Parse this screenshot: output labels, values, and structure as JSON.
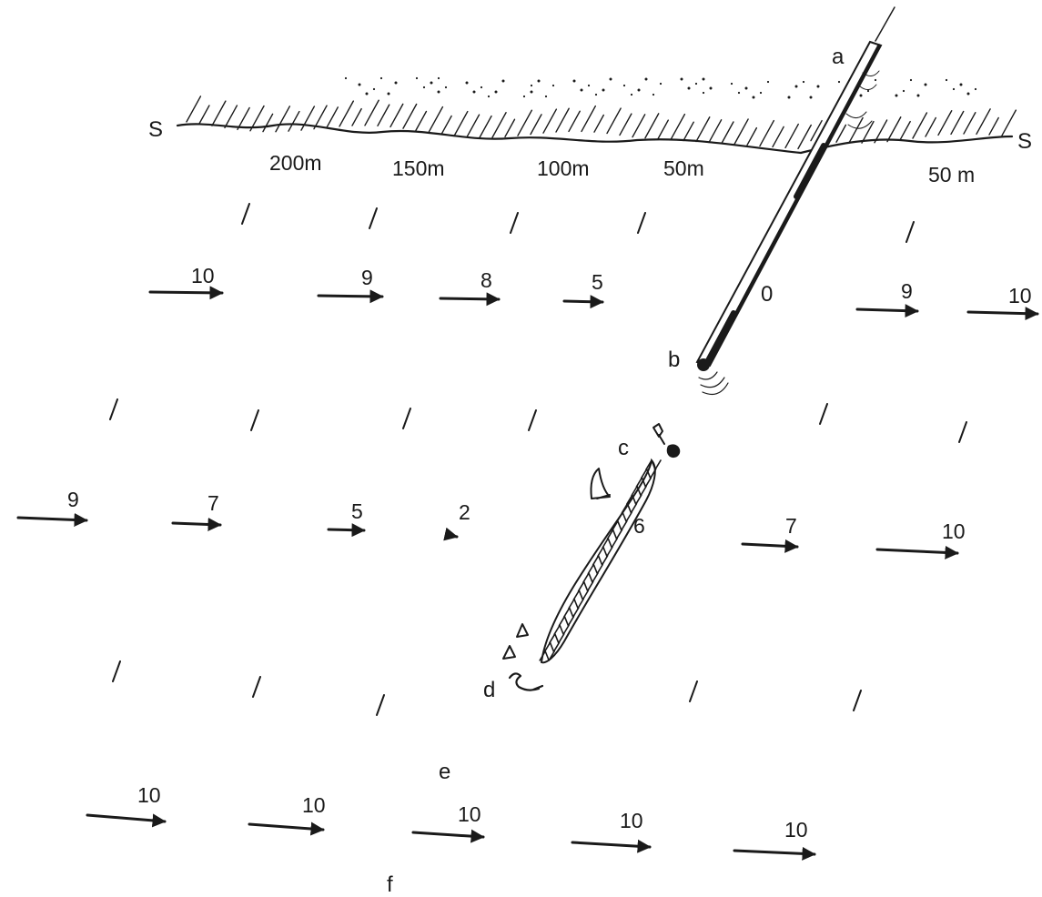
{
  "shore": {
    "left_label": "S",
    "right_label": "S",
    "distances": [
      "200m",
      "150m",
      "100m",
      "50m",
      "50 m"
    ]
  },
  "points": {
    "a": "a",
    "b": "b",
    "c": "c",
    "d": "d",
    "e": "e",
    "f": "f"
  },
  "groyne_value": "0",
  "row1_values": [
    "10",
    "9",
    "8",
    "5",
    "9",
    "10"
  ],
  "row2_values": [
    "9",
    "7",
    "5",
    "2",
    "6",
    "7",
    "10"
  ],
  "row3_values": [
    "10",
    "10",
    "10",
    "10",
    "10"
  ],
  "colors": {
    "ink": "#1a1a1a",
    "paper": "#ffffff"
  }
}
